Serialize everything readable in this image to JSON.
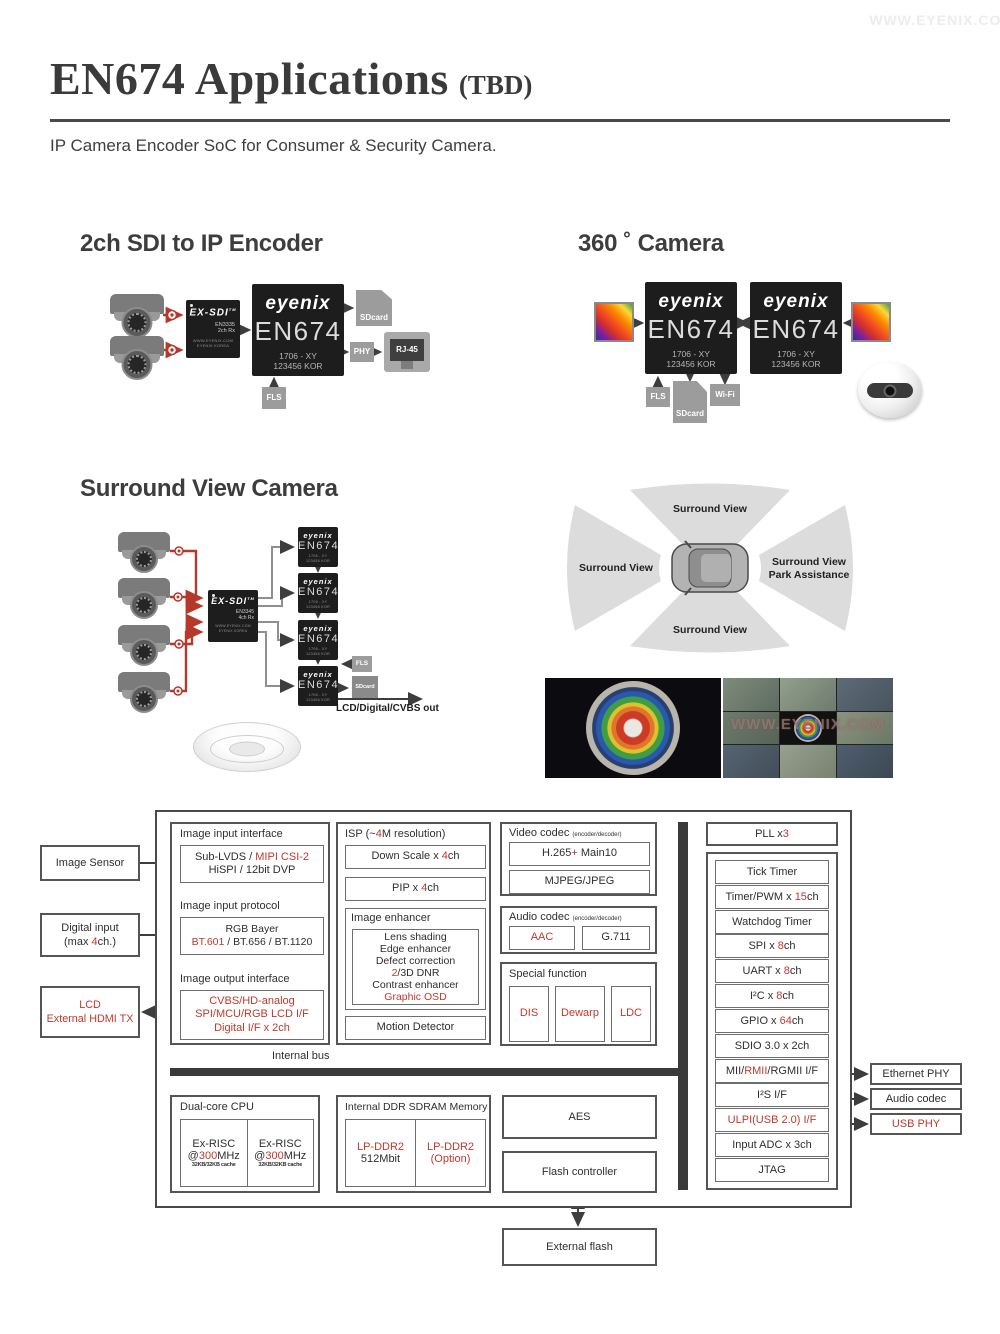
{
  "watermark": "WWW.EYENIX.COM",
  "colors": {
    "accent_red": "#c0392b",
    "chip_black": "#1d1d1d",
    "gray_box": "#9c9c9c"
  },
  "header": {
    "title": "EN674 Applications",
    "title_suffix": "(TBD)",
    "subtitle": "IP Camera Encoder SoC for Consumer & Security Camera."
  },
  "chip": {
    "brand": "eyenix",
    "part": "EN674",
    "rev": "1706 - XY",
    "lot": "123456 KOR"
  },
  "app1": {
    "heading": "2ch SDI to IP Encoder",
    "exsdi": {
      "logo": "EX-SDI",
      "tm": "TM",
      "part": "EN3335",
      "ch": "2ch Rx",
      "micro1": "WWW.EYENIX.COM",
      "micro2": "EYENIX KOREA"
    },
    "sdcard": "SDcard",
    "phy": "PHY",
    "rj45": "RJ-45",
    "fls": "FLS"
  },
  "app2": {
    "heading": "360 ˚ Camera",
    "fls": "FLS",
    "sdcard": "SDcard",
    "wifi": "Wi-Fi"
  },
  "app3": {
    "heading": "Surround View Camera",
    "exsdi": {
      "logo": "EX-SDI",
      "tm": "TM",
      "part": "EN3345",
      "ch": "4ch Rx",
      "micro1": "WWW.EYENIX.COM",
      "micro2": "EYENIX KOREA"
    },
    "fls": "FLS",
    "sdcard": "SDcard",
    "out": "LCD/Digital/CVBS out",
    "car": {
      "top": "Surround View",
      "left": "Surround View",
      "bottom": "Surround View",
      "right_line1": "Surround View",
      "right_line2": "Park Assistance"
    }
  },
  "soc": {
    "ext_left": {
      "image_sensor": "Image Sensor",
      "digital_line1": "Digital input",
      "digital_pre": "(max ",
      "digital_red": "4",
      "digital_post": "ch.)",
      "lcd_line1": "LCD",
      "lcd_line2": "External HDMI TX"
    },
    "col1": {
      "label1": "Image input interface",
      "b1l1_pre": "Sub-LVDS / ",
      "b1l1_red": "MIPI CSI-2",
      "b1l2": "HiSPI / 12bit DVP",
      "label2": "Image input protocol",
      "b2l1": "RGB Bayer",
      "b2l2_red": "BT.601",
      "b2l2_post": " / BT.656 / BT.1120",
      "label3": "Image output interface",
      "b3l1": "CVBS/HD-analog",
      "b3l2": "SPI/MCU/RGB LCD I/F",
      "b3l3": "Digital I/F x 2ch"
    },
    "col2": {
      "label_pre": "ISP (~",
      "label_red": "4",
      "label_post": "M resolution)",
      "down_pre": "Down Scale x ",
      "down_red": "4",
      "down_post": "ch",
      "pip_pre": "PIP x ",
      "pip_red": "4",
      "pip_post": "ch",
      "enh_label": "Image enhancer",
      "enh_lines": [
        {
          "pre": "Lens shading"
        },
        {
          "pre": "Edge enhancer"
        },
        {
          "pre": "Defect correction"
        },
        {
          "red": "2",
          "post": "/3D DNR"
        },
        {
          "pre": "Contrast enhancer"
        },
        {
          "red": "Graphic OSD"
        }
      ],
      "motion": "Motion Detector"
    },
    "col3": {
      "video_label": "Video codec",
      "video_sub": "(encoder/decoder)",
      "h265_pre": "H.265",
      "h265_red": "+",
      "h265_post": " Main10",
      "mjpeg": "MJPEG/JPEG",
      "audio_label": "Audio codec",
      "audio_sub": "(encoder/decoder)",
      "aac": "AAC",
      "g711": "G.711",
      "special_label": "Special function",
      "dis": "DIS",
      "dewarp": "Dewarp",
      "ldc": "LDC"
    },
    "col4": {
      "pll_pre": "PLL x ",
      "pll_red": "3",
      "peripherals": [
        {
          "pre": "Tick Timer"
        },
        {
          "pre": "Timer/PWM x ",
          "red": "15",
          "post": "ch"
        },
        {
          "pre": "Watchdog Timer"
        },
        {
          "pre": "SPI x ",
          "red": "8",
          "post": "ch"
        },
        {
          "pre": "UART x ",
          "red": "8",
          "post": "ch"
        },
        {
          "pre": "I²C x ",
          "red": "8",
          "post": "ch"
        },
        {
          "pre": "GPIO x ",
          "red": "64",
          "post": "ch"
        },
        {
          "pre": "SDIO 3.0 x 2ch"
        },
        {
          "pre": "MII/",
          "red": "RMII",
          "post": "/RGMII I/F"
        },
        {
          "pre": "I²S I/F"
        },
        {
          "red": "ULPI(USB 2.0) I/F"
        },
        {
          "pre": "Input ADC x 3ch"
        },
        {
          "pre": "JTAG"
        }
      ]
    },
    "ext_right": {
      "ethernet": "Ethernet PHY",
      "audio": "Audio codec",
      "usb": "USB PHY"
    },
    "bus_label": "Internal bus",
    "cpu": {
      "label": "Dual-core CPU",
      "core": "Ex-RISC",
      "clk_pre": "@",
      "clk_red": "300",
      "clk_post": "MHz",
      "cache": "32KB/32KB cache"
    },
    "ddr": {
      "label": "Internal DDR SDRAM Memory",
      "c1l1": "LP-DDR2",
      "c1l2": "512Mbit",
      "c2l1": "LP-DDR2",
      "c2l2": "(Option)"
    },
    "aes": "AES",
    "flash_ctrl": "Flash controller",
    "ext_flash": "External flash"
  }
}
